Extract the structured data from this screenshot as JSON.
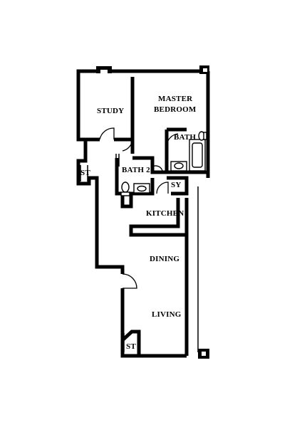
{
  "floorplan": {
    "rooms": {
      "study": "STUDY",
      "master_bedroom_line1": "MASTER",
      "master_bedroom_line2": "BEDROOM",
      "bath": "BATH",
      "bath2": "BATH 2",
      "storage_upper": "ST",
      "storage_lower": "ST",
      "sy": "SY",
      "kitchen": "KITCHEN",
      "dining": "DINING",
      "living": "LIVING"
    }
  }
}
